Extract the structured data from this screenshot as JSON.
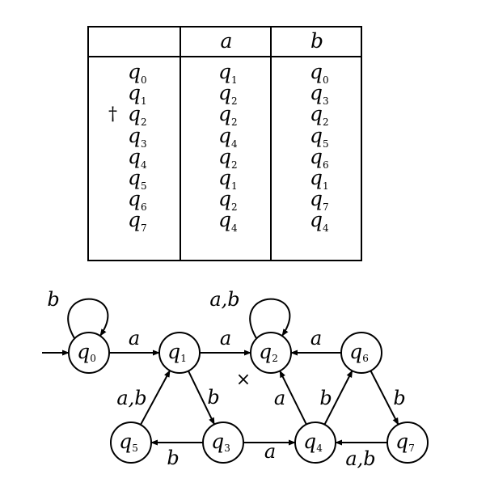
{
  "table": {
    "headers": [
      "a",
      "b"
    ],
    "rows": [
      {
        "state": "0",
        "a": "1",
        "b": "0",
        "mark": ""
      },
      {
        "state": "1",
        "a": "2",
        "b": "3",
        "mark": ""
      },
      {
        "state": "2",
        "a": "2",
        "b": "2",
        "mark": "†"
      },
      {
        "state": "3",
        "a": "4",
        "b": "5",
        "mark": ""
      },
      {
        "state": "4",
        "a": "2",
        "b": "6",
        "mark": ""
      },
      {
        "state": "5",
        "a": "1",
        "b": "1",
        "mark": ""
      },
      {
        "state": "6",
        "a": "2",
        "b": "7",
        "mark": ""
      },
      {
        "state": "7",
        "a": "4",
        "b": "4",
        "mark": ""
      }
    ]
  },
  "diagram": {
    "state_prefix": "q",
    "nodes": [
      "0",
      "1",
      "2",
      "3",
      "4",
      "5",
      "6",
      "7"
    ],
    "final_marker": "×",
    "edges": [
      {
        "from": "0",
        "to": "0",
        "label": "b"
      },
      {
        "from": "0",
        "to": "1",
        "label": "a"
      },
      {
        "from": "1",
        "to": "2",
        "label": "a"
      },
      {
        "from": "1",
        "to": "3",
        "label": "b"
      },
      {
        "from": "2",
        "to": "2",
        "label": "a,b"
      },
      {
        "from": "6",
        "to": "2",
        "label": "a"
      },
      {
        "from": "4",
        "to": "2",
        "label": "a"
      },
      {
        "from": "4",
        "to": "6",
        "label": "b"
      },
      {
        "from": "6",
        "to": "7",
        "label": "b"
      },
      {
        "from": "7",
        "to": "4",
        "label": "a,b"
      },
      {
        "from": "3",
        "to": "4",
        "label": "a"
      },
      {
        "from": "3",
        "to": "5",
        "label": "b"
      },
      {
        "from": "5",
        "to": "1",
        "label": "a,b"
      }
    ]
  }
}
